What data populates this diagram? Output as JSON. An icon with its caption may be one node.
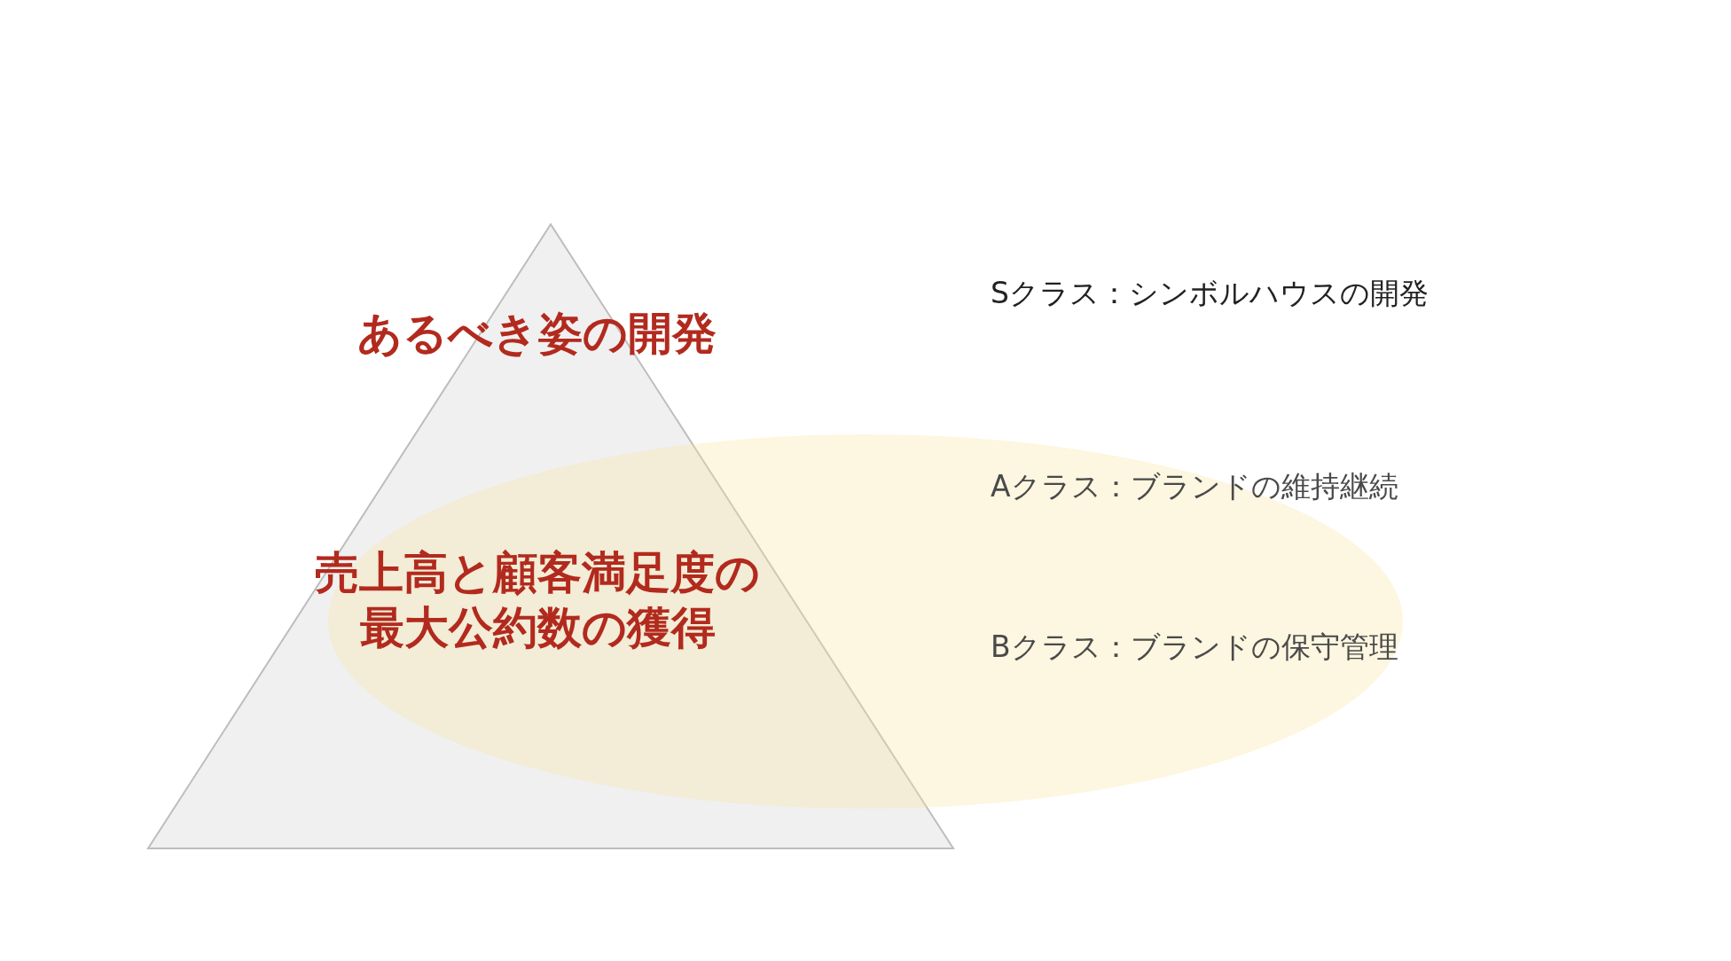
{
  "diagram": {
    "nodes": [
      {
        "text": [
          "あるべき姿の開発"
        ]
      },
      {
        "text": [
          "売上高と顧客満足度の最大公約数の獲得"
        ]
      }
    ],
    "labels": [
      "Sクラス：シンボルハウスの開発",
      "Aクラス：ブランドの維持継続",
      "Bクラス：ブランドの保守管理"
    ]
  }
}
